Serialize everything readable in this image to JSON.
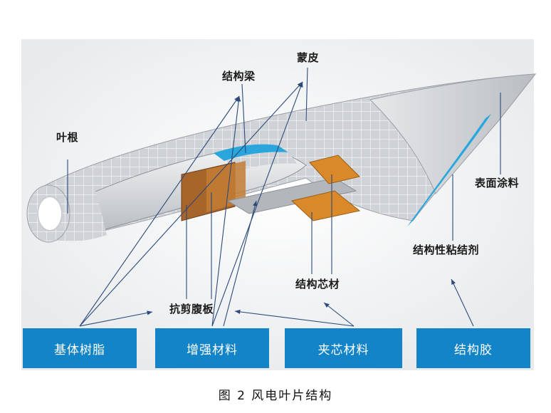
{
  "labels": {
    "blade_root": "叶根",
    "spar_cap": "结构梁",
    "skin": "蒙皮",
    "surface_coating": "表面涂料",
    "structural_adhesive": "结构性粘结剂",
    "core_material": "结构芯材",
    "shear_web": "抗剪腹板"
  },
  "categories": [
    "基体树脂",
    "增强材料",
    "夹芯材料",
    "结构胶"
  ],
  "caption": "图 2   风电叶片结构",
  "colors": {
    "box_fill": "#1384c8",
    "arrow": "#2c4a7a",
    "shell": "#c9ccd1",
    "blue_adhesive": "#2aa6dc",
    "core_orange": "#d9892a",
    "web_brown": "#a8652a"
  }
}
